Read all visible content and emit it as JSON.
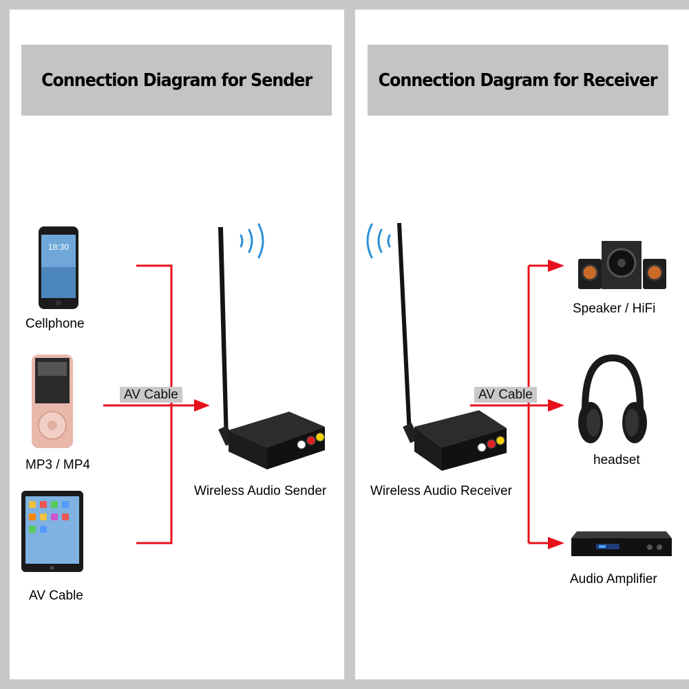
{
  "sender": {
    "title": "Connection Diagram for Sender",
    "devices": [
      "Cellphone",
      "MP3 / MP4",
      "AV Cable"
    ],
    "cable_label": "AV Cable",
    "unit_label": "Wireless Audio Sender",
    "phone_time": "18:30"
  },
  "receiver": {
    "title": "Connection Dagram for Receiver",
    "devices": [
      "Speaker / HiFi",
      "headset",
      "Audio Amplifier"
    ],
    "cable_label": "AV Cable",
    "unit_label": "Wireless Audio Receiver"
  },
  "colors": {
    "connector": "#e8101a",
    "header_bg": "#c4c4c4",
    "signal": "#2a8fd8"
  }
}
